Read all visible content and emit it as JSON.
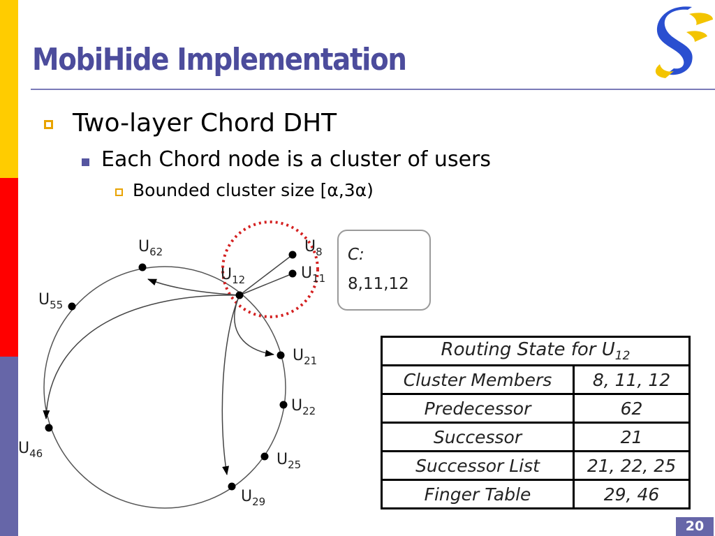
{
  "slide": {
    "title": "MobiHide Implementation",
    "bullets": [
      {
        "level": 1,
        "text": "Two-layer Chord DHT"
      },
      {
        "level": 2,
        "text": "Each Chord node is a cluster of users"
      },
      {
        "level": 3,
        "text": "Bounded cluster size [α,3α)"
      }
    ],
    "page_number": "20",
    "logo_icon": "stylized-s-logo-icon",
    "colors": {
      "title": "#4c4c9c",
      "sidebar_yellow": "#ffcc00",
      "sidebar_red": "#ff0000",
      "sidebar_purple": "#6666a8",
      "cluster_outline": "#d42020"
    }
  },
  "diagram": {
    "nodes": [
      {
        "base": "U",
        "sub": "62"
      },
      {
        "base": "U",
        "sub": "12"
      },
      {
        "base": "U",
        "sub": "8"
      },
      {
        "base": "U",
        "sub": "11"
      },
      {
        "base": "U",
        "sub": "55"
      },
      {
        "base": "U",
        "sub": "21"
      },
      {
        "base": "U",
        "sub": "22"
      },
      {
        "base": "U",
        "sub": "46"
      },
      {
        "base": "U",
        "sub": "25"
      },
      {
        "base": "U",
        "sub": "29"
      }
    ],
    "cluster_box": {
      "label": "C:",
      "members": "8,11,12"
    }
  },
  "routing_table": {
    "title_prefix": "Routing State for U",
    "title_sub": "12",
    "rows": [
      {
        "label": "Cluster Members",
        "value": "8, 11, 12"
      },
      {
        "label": "Predecessor",
        "value": "62"
      },
      {
        "label": "Successor",
        "value": "21"
      },
      {
        "label": "Successor List",
        "value": "21, 22, 25"
      },
      {
        "label": "Finger Table",
        "value": "29, 46"
      }
    ]
  }
}
